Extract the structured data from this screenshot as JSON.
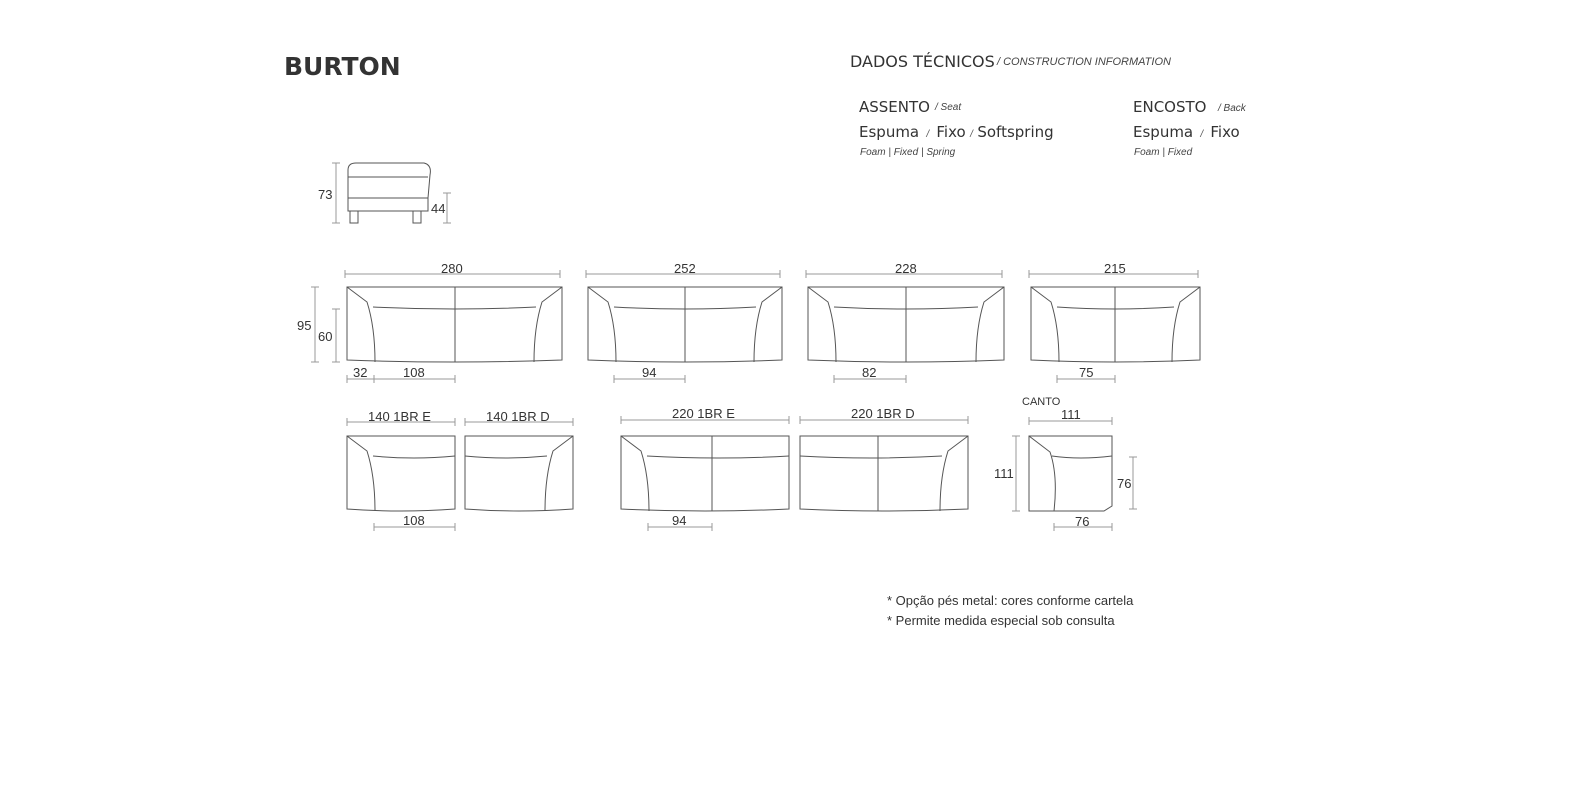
{
  "title": "BURTON",
  "technical": {
    "heading": "DADOS TÉCNICOS",
    "heading_en": "/ CONSTRUCTION INFORMATION",
    "seat": {
      "label": "ASSENTO",
      "label_en": "/ Seat",
      "materials": [
        "Espuma",
        "Fixo",
        "Softspring"
      ],
      "materials_en": "Foam | Fixed | Spring"
    },
    "back": {
      "label": "ENCOSTO",
      "label_en": "/ Back",
      "materials": [
        "Espuma",
        "Fixo"
      ],
      "materials_en": "Foam | Fixed"
    }
  },
  "side_view": {
    "height_total": "73",
    "seat_height": "44"
  },
  "sofas": [
    {
      "width": "280",
      "depth_total": "95",
      "seat_depth": "60",
      "arm": "32",
      "seat": "108"
    },
    {
      "width": "252",
      "seat": "94"
    },
    {
      "width": "228",
      "seat": "82"
    },
    {
      "width": "215",
      "seat": "75"
    }
  ],
  "modules": [
    {
      "label": "140 1BR E",
      "seat": "108"
    },
    {
      "label": "140 1BR D"
    },
    {
      "label": "220 1BR E",
      "seat": "94"
    },
    {
      "label": "220 1BR D"
    }
  ],
  "corner": {
    "label": "CANTO",
    "width": "111",
    "depth": "111",
    "inner_depth": "76",
    "inner_width": "76"
  },
  "notes": [
    "* Opção pés metal: cores conforme cartela",
    "* Permite medida especial sob consulta"
  ],
  "colors": {
    "line": "#555555",
    "dim": "#999999",
    "text": "#333333"
  }
}
